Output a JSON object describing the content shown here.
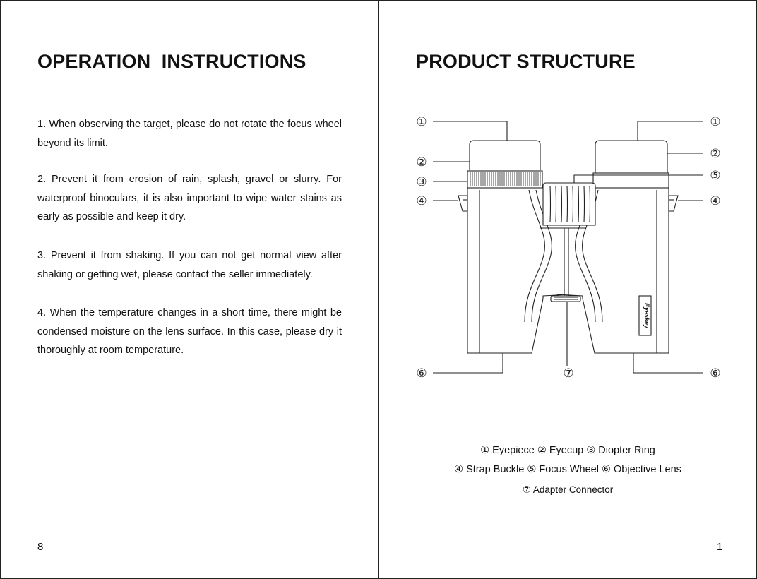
{
  "left_page": {
    "title": "OPERATION  INSTRUCTIONS",
    "paragraphs": [
      "1.  When observing the target, please do not rotate the focus wheel beyond its limit.",
      "2. Prevent it from erosion of rain, splash, gravel or slurry. For waterproof binoculars, it is also important to wipe water stains as early as possible and keep it dry.",
      "3. Prevent it from shaking. If you can not get normal view after shaking or getting wet, please contact the seller immediately.",
      "4. When the temperature changes in a short time, there might be condensed moisture on the lens surface. In this case, please dry it thoroughly at room temperature."
    ],
    "page_number": "8"
  },
  "right_page": {
    "title": "PRODUCT STRUCTURE",
    "callouts": {
      "n1": "①",
      "n2": "②",
      "n3": "③",
      "n4": "④",
      "n5": "⑤",
      "n6": "⑥",
      "n7": "⑦"
    },
    "body_logo_text": "Eyeskey",
    "legend": {
      "line1": "① Eyepiece ② Eyecup ③ Diopter Ring",
      "line2": "④ Strap Buckle ⑤ Focus Wheel ⑥ Objective Lens",
      "line3": "⑦ Adapter Connector"
    },
    "page_number": "1"
  },
  "colors": {
    "ink": "#111111",
    "line": "#222222",
    "paper": "#ffffff"
  }
}
